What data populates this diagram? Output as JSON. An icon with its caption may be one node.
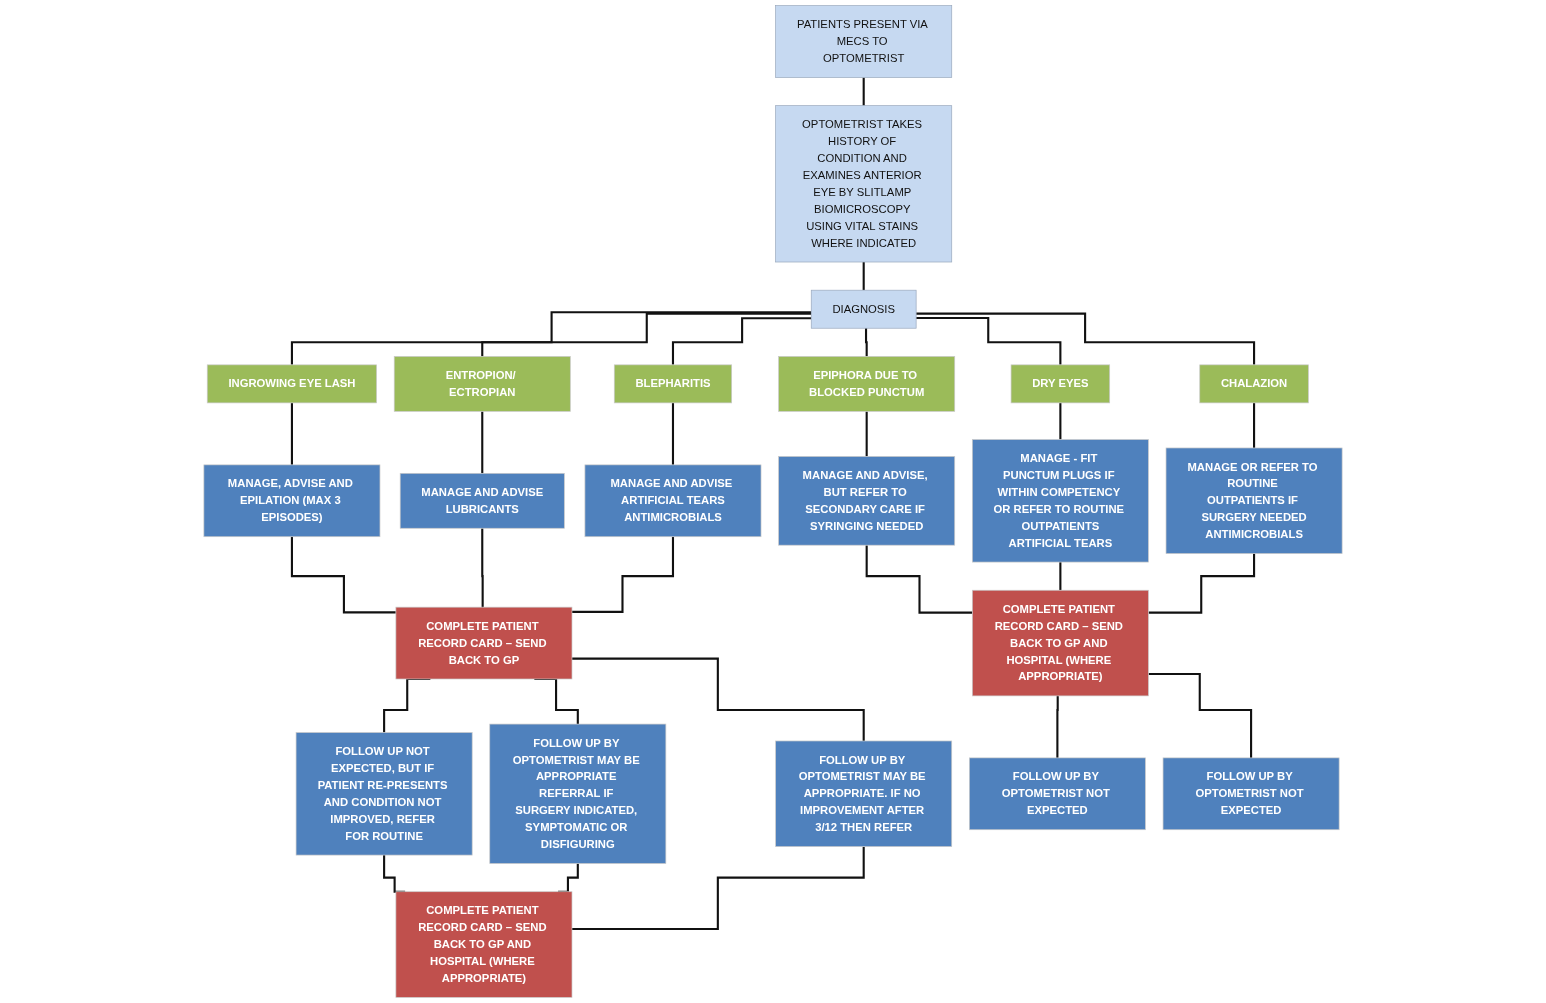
{
  "diagram": {
    "nodes": [
      {
        "text": [
          "PATIENTS PRESENT VIA MECS TO OPTOMETRIST"
        ]
      },
      {
        "text": [
          "OPTOMETRIST TAKES HISTORY OF CONDITION AND EXAMINES ANTERIOR EYE BY SLITLAMP BIOMICROSCOPY USING VITAL STAINS WHERE INDICATED"
        ]
      },
      {
        "text": [
          "DIAGNOSIS"
        ]
      },
      {
        "text": [
          "INGROWING EYE LASH"
        ]
      },
      {
        "text": [
          "ENTROPION/ ECTROPIAN"
        ]
      },
      {
        "text": [
          "BLEPHARITIS"
        ]
      },
      {
        "text": [
          "EPIPHORA DUE TO BLOCKED PUNCTUM"
        ]
      },
      {
        "text": [
          "DRY EYES"
        ]
      },
      {
        "text": [
          "CHALAZION"
        ]
      },
      {
        "text": [
          "MANAGE, ADVISE AND EPILATION (MAX 3 EPISODES)"
        ]
      },
      {
        "text": [
          "MANAGE AND ADVISE",
          "LUBRICANTS"
        ]
      },
      {
        "text": [
          "MANAGE AND ADVISE ARTIFICIAL TEARS",
          "ANTIMICROBIALS"
        ]
      },
      {
        "text": [
          "MANAGE AND ADVISE, BUT REFER TO SECONDARY CARE IF SYRINGING NEEDED"
        ]
      },
      {
        "text": [
          "MANAGE - FIT PUNCTUM PLUGS IF WITHIN COMPETENCY OR REFER TO ROUTINE OUTPATIENTS",
          "ARTIFICIAL TEARS"
        ]
      },
      {
        "text": [
          "MANAGE OR REFER TO ROUTINE OUTPATIENTS IF SURGERY NEEDED",
          "ANTIMICROBIALS"
        ]
      },
      {
        "text": [
          "COMPLETE PATIENT RECORD CARD – SEND BACK TO GP"
        ]
      },
      {
        "text": [
          "COMPLETE PATIENT RECORD CARD – SEND BACK TO GP AND HOSPITAL (WHERE APPROPRIATE)"
        ]
      },
      {
        "text": [
          "FOLLOW UP NOT EXPECTED, BUT IF PATIENT RE-PRESENTS AND CONDITION NOT IMPROVED, REFER FOR ROUTINE"
        ]
      },
      {
        "text": [
          "FOLLOW UP BY OPTOMETRIST MAY BE APPROPRIATE REFERRAL IF SURGERY INDICATED, SYMPTOMATIC OR DISFIGURING"
        ]
      },
      {
        "text": [
          "FOLLOW UP BY OPTOMETRIST MAY BE APPROPRIATE. IF NO IMPROVEMENT AFTER 3/12 THEN REFER"
        ]
      },
      {
        "text": [
          "FOLLOW UP BY OPTOMETRIST NOT EXPECTED"
        ]
      },
      {
        "text": [
          "FOLLOW UP BY OPTOMETRIST NOT EXPECTED"
        ]
      },
      {
        "text": [
          "COMPLETE PATIENT RECORD CARD – SEND BACK TO GP AND HOSPITAL (WHERE APPROPRIATE)"
        ]
      }
    ],
    "edges": [
      {
        "from": 0,
        "to": 1,
        "arrow": "none"
      },
      {
        "from": 1,
        "to": 2,
        "arrow": "none"
      },
      {
        "from": 2,
        "to": 3,
        "arrow": "none"
      },
      {
        "from": 2,
        "to": 4,
        "arrow": "none"
      },
      {
        "from": 2,
        "to": 5,
        "arrow": "none"
      },
      {
        "from": 2,
        "to": 6,
        "arrow": "none"
      },
      {
        "from": 2,
        "to": 7,
        "arrow": "none"
      },
      {
        "from": 2,
        "to": 8,
        "arrow": "none"
      },
      {
        "from": 3,
        "to": 9,
        "arrow": "none"
      },
      {
        "from": 4,
        "to": 10,
        "arrow": "none"
      },
      {
        "from": 5,
        "to": 11,
        "arrow": "none"
      },
      {
        "from": 6,
        "to": 12,
        "arrow": "none"
      },
      {
        "from": 7,
        "to": 13,
        "arrow": "none"
      },
      {
        "from": 8,
        "to": 14,
        "arrow": "none"
      },
      {
        "from": 9,
        "to": 15,
        "arrow": "none"
      },
      {
        "from": 10,
        "to": 15,
        "arrow": "none"
      },
      {
        "from": 11,
        "to": 15,
        "arrow": "none"
      },
      {
        "from": 12,
        "to": 16,
        "arrow": "none"
      },
      {
        "from": 13,
        "to": 16,
        "arrow": "none"
      },
      {
        "from": 14,
        "to": 16,
        "arrow": "none"
      },
      {
        "from": 15,
        "to": 17,
        "arrow": "none"
      },
      {
        "from": 15,
        "to": 18,
        "arrow": "none"
      },
      {
        "from": 15,
        "to": 19,
        "arrow": "none"
      },
      {
        "from": 16,
        "to": 20,
        "arrow": "none"
      },
      {
        "from": 16,
        "to": 21,
        "arrow": "none"
      },
      {
        "from": 17,
        "to": 22,
        "arrow": "none"
      },
      {
        "from": 18,
        "to": 22,
        "arrow": "none"
      },
      {
        "from": 19,
        "to": 22,
        "arrow": "none"
      }
    ]
  }
}
